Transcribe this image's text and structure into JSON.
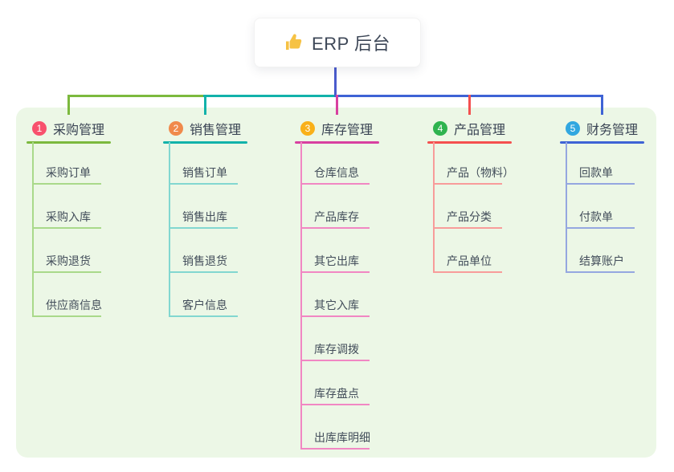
{
  "root": {
    "icon": "thumbs-up-icon",
    "label": "ERP 后台"
  },
  "colors": {
    "panel_bg": "#ecf7e6",
    "trunk": "#4a5bcd",
    "root_text": "#3d4757",
    "header_text": "#3a4454",
    "item_text": "#424d5a",
    "icon_yellow": "#f6c244"
  },
  "branches": [
    {
      "badge": "1",
      "badge_color": "#f8516d",
      "line_color": "#7cb93e",
      "sub_line_color": "#a9d98a",
      "label": "采购管理",
      "items": [
        "采购订单",
        "采购入库",
        "采购退货",
        "供应商信息"
      ]
    },
    {
      "badge": "2",
      "badge_color": "#f08a4b",
      "line_color": "#12b2aa",
      "sub_line_color": "#82d7d0",
      "label": "销售管理",
      "items": [
        "销售订单",
        "销售出库",
        "销售退货",
        "客户信息"
      ]
    },
    {
      "badge": "3",
      "badge_color": "#f9b019",
      "line_color": "#d840a0",
      "sub_line_color": "#f187c3",
      "label": "库存管理",
      "items": [
        "仓库信息",
        "产品库存",
        "其它出库",
        "其它入库",
        "库存调拨",
        "库存盘点",
        "出库库明细"
      ]
    },
    {
      "badge": "4",
      "badge_color": "#2fb34f",
      "line_color": "#f4504f",
      "sub_line_color": "#f89c9a",
      "label": "产品管理",
      "items": [
        "产品（物料）",
        "产品分类",
        "产品单位"
      ]
    },
    {
      "badge": "5",
      "badge_color": "#31a7e0",
      "line_color": "#3e63d5",
      "sub_line_color": "#95a7e0",
      "label": "财务管理",
      "items": [
        "回款单",
        "付款单",
        "结算账户"
      ]
    }
  ]
}
